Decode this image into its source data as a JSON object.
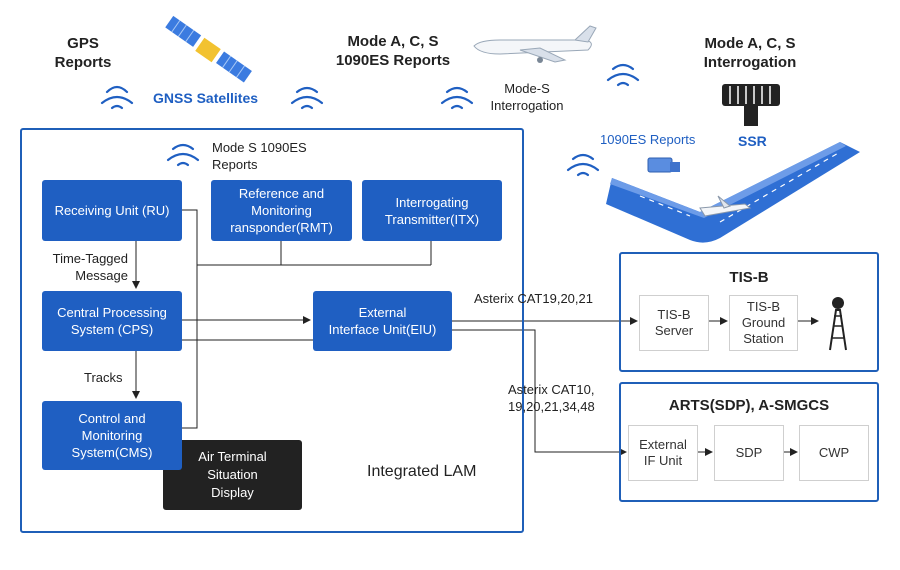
{
  "top": {
    "gps_reports": "GPS\nReports",
    "gnss": "GNSS Satellites",
    "mode_acs_1090es": "Mode A, C, S\n1090ES Reports",
    "mode_s_interrogation": "Mode-S\nInterrogation",
    "mode_acs_interrogation": "Mode A, C, S\nInterrogation",
    "es_reports": "1090ES Reports",
    "ssr": "SSR"
  },
  "lam": {
    "mode_s_reports": "Mode S 1090ES\nReports",
    "ru": "Receiving Unit (RU)",
    "rmt": "Reference and\nMonitoring\nransponder(RMT)",
    "itx": "Interrogating\nTransmitter(ITX)",
    "time_tagged": "Time-Tagged\nMessage",
    "cps": "Central Processing\nSystem (CPS)",
    "eiu": "External\nInterface Unit(EIU)",
    "tracks": "Tracks",
    "cms": "Control and\nMonitoring\nSystem(CMS)",
    "atsd": "Air Terminal\nSituation\nDisplay",
    "title": "Integrated LAM"
  },
  "links": {
    "asterix1": "Asterix CAT19,20,21",
    "asterix2": "Asterix CAT10,\n19,20,21,34,48"
  },
  "tisb": {
    "title": "TIS-B",
    "server": "TIS-B\nServer",
    "ground": "TIS-B\nGround\nStation"
  },
  "arts": {
    "title": "ARTS(SDP), A-SMGCS",
    "extif": "External\nIF Unit",
    "sdp": "SDP",
    "cwp": "CWP"
  },
  "colors": {
    "accent": "#1f5fc2",
    "dark": "#222222",
    "frame": "#1f5fb8"
  }
}
